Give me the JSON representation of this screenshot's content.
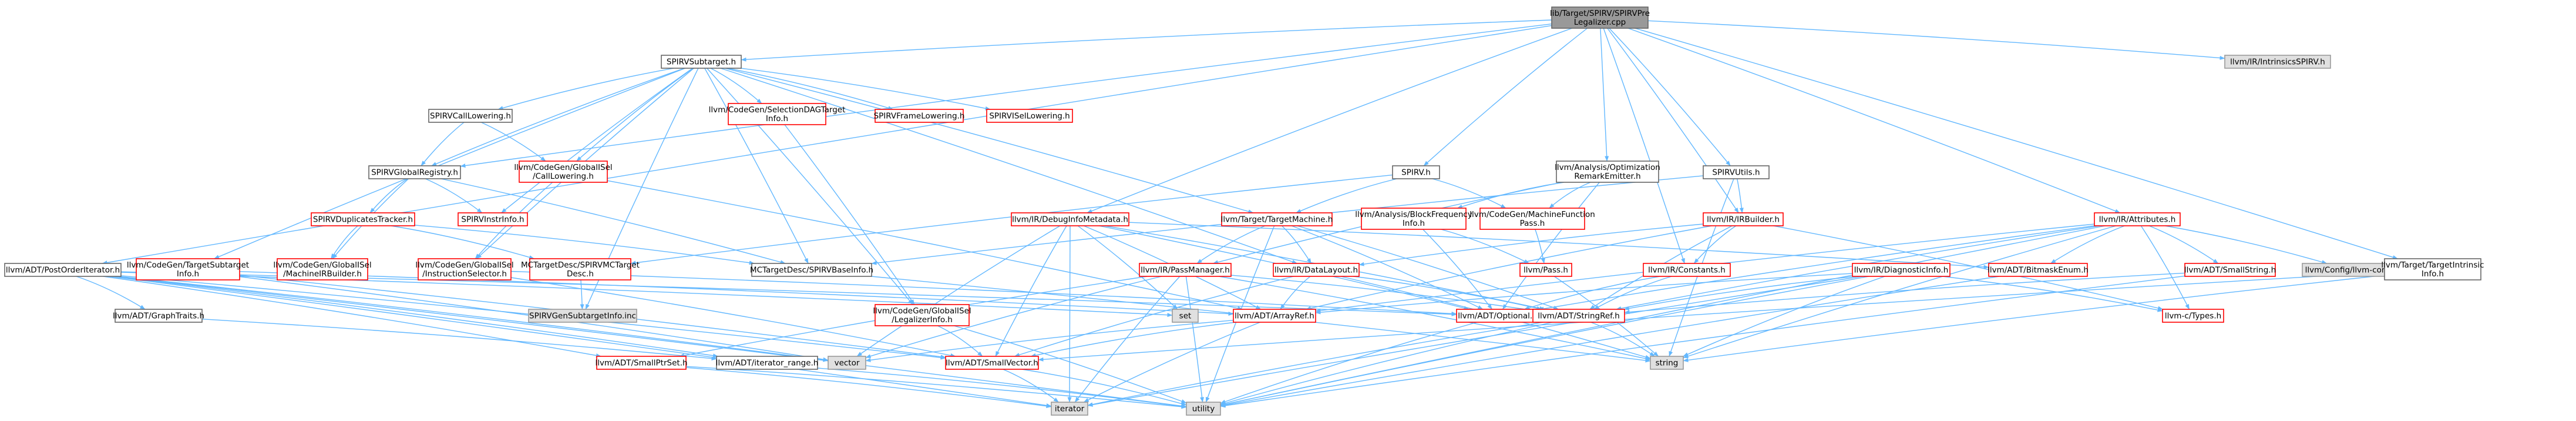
{
  "graph_title": "Include dependency graph for SPIRVPreLegalizer.cpp",
  "colors": {
    "root_fill": "#999999",
    "node_fill": "#ffffff",
    "node_border": "#666666",
    "missing_border": "#ff0000",
    "external_fill": "#e0e0e0",
    "external_border": "#999999",
    "edge": "#63b8ff"
  },
  "nodes": [
    {
      "id": "root",
      "lines": [
        "lib/Target/SPIRV/SPIRVPre",
        "Legalizer.cpp"
      ],
      "kind": "root"
    },
    {
      "id": "subtarget",
      "lines": [
        "SPIRVSubtarget.h"
      ],
      "kind": "normal"
    },
    {
      "id": "spirv_h",
      "lines": [
        "SPIRV.h"
      ],
      "kind": "normal"
    },
    {
      "id": "optremark",
      "lines": [
        "llvm/Analysis/Optimization",
        "RemarkEmitter.h"
      ],
      "kind": "normal"
    },
    {
      "id": "spirvutils",
      "lines": [
        "SPIRVUtils.h"
      ],
      "kind": "normal"
    },
    {
      "id": "intrinsics",
      "lines": [
        "llvm/IR/IntrinsicsSPIRV.h"
      ],
      "kind": "external"
    },
    {
      "id": "calllowering",
      "lines": [
        "SPIRVCallLowering.h"
      ],
      "kind": "normal"
    },
    {
      "id": "selectiondag",
      "lines": [
        "llvm/CodeGen/SelectionDAGTarget",
        "Info.h"
      ],
      "kind": "missing"
    },
    {
      "id": "framelowering",
      "lines": [
        "SPIRVFrameLowering.h"
      ],
      "kind": "missing"
    },
    {
      "id": "isellowering",
      "lines": [
        "SPIRVISelLowering.h"
      ],
      "kind": "missing"
    },
    {
      "id": "globalregistry",
      "lines": [
        "SPIRVGlobalRegistry.h"
      ],
      "kind": "normal"
    },
    {
      "id": "gisel_calllowering",
      "lines": [
        "llvm/CodeGen/GlobalISel",
        "/CallLowering.h"
      ],
      "kind": "missing"
    },
    {
      "id": "instrinfo",
      "lines": [
        "SPIRVInstrInfo.h"
      ],
      "kind": "missing"
    },
    {
      "id": "dupstracker",
      "lines": [
        "SPIRVDuplicatesTracker.h"
      ],
      "kind": "missing"
    },
    {
      "id": "targetmachine",
      "lines": [
        "llvm/Target/TargetMachine.h"
      ],
      "kind": "missing"
    },
    {
      "id": "debuginfometa",
      "lines": [
        "llvm/IR/DebugInfoMetadata.h"
      ],
      "kind": "missing"
    },
    {
      "id": "blockfreq",
      "lines": [
        "llvm/Analysis/BlockFrequency",
        "Info.h"
      ],
      "kind": "missing"
    },
    {
      "id": "mfpass",
      "lines": [
        "llvm/CodeGen/MachineFunction",
        "Pass.h"
      ],
      "kind": "missing"
    },
    {
      "id": "irbuilder",
      "lines": [
        "llvm/IR/IRBuilder.h"
      ],
      "kind": "missing"
    },
    {
      "id": "attributes",
      "lines": [
        "llvm/IR/Attributes.h"
      ],
      "kind": "missing"
    },
    {
      "id": "postorder",
      "lines": [
        "llvm/ADT/PostOrderIterator.h"
      ],
      "kind": "normal"
    },
    {
      "id": "targetsubtarget",
      "lines": [
        "llvm/CodeGen/TargetSubtarget",
        "Info.h"
      ],
      "kind": "missing"
    },
    {
      "id": "mirbuilder",
      "lines": [
        "llvm/CodeGen/GlobalISel",
        "/MachineIRBuilder.h"
      ],
      "kind": "missing"
    },
    {
      "id": "instselector",
      "lines": [
        "llvm/CodeGen/GlobalISel",
        "/InstructionSelector.h"
      ],
      "kind": "missing"
    },
    {
      "id": "mctargetdesc",
      "lines": [
        "MCTargetDesc/SPIRVMCTarget",
        "Desc.h"
      ],
      "kind": "missing"
    },
    {
      "id": "baseinfo",
      "lines": [
        "MCTargetDesc/SPIRVBaseInfo.h"
      ],
      "kind": "normal"
    },
    {
      "id": "passmanager",
      "lines": [
        "llvm/IR/PassManager.h"
      ],
      "kind": "missing"
    },
    {
      "id": "datalayout",
      "lines": [
        "llvm/IR/DataLayout.h"
      ],
      "kind": "missing"
    },
    {
      "id": "pass_h",
      "lines": [
        "llvm/Pass.h"
      ],
      "kind": "missing"
    },
    {
      "id": "constants",
      "lines": [
        "llvm/IR/Constants.h"
      ],
      "kind": "missing"
    },
    {
      "id": "bitmaskenum",
      "lines": [
        "llvm/ADT/BitmaskEnum.h"
      ],
      "kind": "missing"
    },
    {
      "id": "diaginfo",
      "lines": [
        "llvm/IR/DiagnosticInfo.h"
      ],
      "kind": "missing"
    },
    {
      "id": "smallstring",
      "lines": [
        "llvm/ADT/SmallString.h"
      ],
      "kind": "missing"
    },
    {
      "id": "llvmconfig",
      "lines": [
        "llvm/Config/llvm-config.h"
      ],
      "kind": "external"
    },
    {
      "id": "targetintrinsic",
      "lines": [
        "llvm/Target/TargetIntrinsic",
        "Info.h"
      ],
      "kind": "normal"
    },
    {
      "id": "ctypes",
      "lines": [
        "llvm-c/Types.h"
      ],
      "kind": "missing"
    },
    {
      "id": "graphtraits",
      "lines": [
        "llvm/ADT/GraphTraits.h"
      ],
      "kind": "normal"
    },
    {
      "id": "subtargetinfo_inc",
      "lines": [
        "SPIRVGenSubtargetInfo.inc"
      ],
      "kind": "external"
    },
    {
      "id": "set",
      "lines": [
        "set"
      ],
      "kind": "external"
    },
    {
      "id": "legalizerinfo",
      "lines": [
        "llvm/CodeGen/GlobalISel",
        "/LegalizerInfo.h"
      ],
      "kind": "missing"
    },
    {
      "id": "arrayref",
      "lines": [
        "llvm/ADT/ArrayRef.h"
      ],
      "kind": "missing"
    },
    {
      "id": "optional",
      "lines": [
        "llvm/ADT/Optional.h"
      ],
      "kind": "missing"
    },
    {
      "id": "stringref",
      "lines": [
        "llvm/ADT/StringRef.h"
      ],
      "kind": "missing"
    },
    {
      "id": "smallptrset",
      "lines": [
        "llvm/ADT/SmallPtrSet.h"
      ],
      "kind": "missing"
    },
    {
      "id": "iterator_range",
      "lines": [
        "llvm/ADT/iterator_range.h"
      ],
      "kind": "normal"
    },
    {
      "id": "vector",
      "lines": [
        "vector"
      ],
      "kind": "external"
    },
    {
      "id": "smallvector",
      "lines": [
        "llvm/ADT/SmallVector.h"
      ],
      "kind": "missing"
    },
    {
      "id": "string",
      "lines": [
        "string"
      ],
      "kind": "external"
    },
    {
      "id": "iterator",
      "lines": [
        "iterator"
      ],
      "kind": "external"
    },
    {
      "id": "utility",
      "lines": [
        "utility"
      ],
      "kind": "external"
    }
  ],
  "edges": [
    [
      "root",
      "subtarget"
    ],
    [
      "root",
      "spirv_h"
    ],
    [
      "root",
      "optremark"
    ],
    [
      "root",
      "spirvutils"
    ],
    [
      "root",
      "intrinsics"
    ],
    [
      "root",
      "globalregistry"
    ],
    [
      "root",
      "postorder"
    ],
    [
      "root",
      "debuginfometa"
    ],
    [
      "root",
      "attributes"
    ],
    [
      "root",
      "constants"
    ],
    [
      "root",
      "targetintrinsic"
    ],
    [
      "root",
      "irbuilder"
    ],
    [
      "subtarget",
      "calllowering"
    ],
    [
      "subtarget",
      "selectiondag"
    ],
    [
      "subtarget",
      "framelowering"
    ],
    [
      "subtarget",
      "isellowering"
    ],
    [
      "subtarget",
      "instrinfo"
    ],
    [
      "subtarget",
      "gisel_calllowering"
    ],
    [
      "subtarget",
      "targetsubtarget"
    ],
    [
      "subtarget",
      "instselector"
    ],
    [
      "subtarget",
      "legalizerinfo"
    ],
    [
      "subtarget",
      "subtargetinfo_inc"
    ],
    [
      "subtarget",
      "targetmachine"
    ],
    [
      "subtarget",
      "baseinfo"
    ],
    [
      "subtarget",
      "globalregistry"
    ],
    [
      "subtarget",
      "datalayout"
    ],
    [
      "calllowering",
      "globalregistry"
    ],
    [
      "calllowering",
      "gisel_calllowering"
    ],
    [
      "globalregistry",
      "instrinfo"
    ],
    [
      "globalregistry",
      "dupstracker"
    ],
    [
      "globalregistry",
      "mirbuilder"
    ],
    [
      "globalregistry",
      "baseinfo"
    ],
    [
      "dupstracker",
      "mctargetdesc"
    ],
    [
      "dupstracker",
      "mirbuilder"
    ],
    [
      "dupstracker",
      "baseinfo"
    ],
    [
      "gisel_calllowering",
      "arrayref"
    ],
    [
      "gisel_calllowering",
      "instselector"
    ],
    [
      "selectiondag",
      "legalizerinfo"
    ],
    [
      "spirv_h",
      "targetmachine"
    ],
    [
      "spirv_h",
      "mctargetdesc"
    ],
    [
      "spirv_h",
      "mfpass"
    ],
    [
      "optremark",
      "blockfreq"
    ],
    [
      "optremark",
      "passmanager"
    ],
    [
      "optremark",
      "mfpass"
    ],
    [
      "optremark",
      "optional"
    ],
    [
      "spirvutils",
      "irbuilder"
    ],
    [
      "spirvutils",
      "string"
    ],
    [
      "spirvutils",
      "baseinfo"
    ],
    [
      "targetmachine",
      "passmanager"
    ],
    [
      "targetmachine",
      "datalayout"
    ],
    [
      "targetmachine",
      "stringref"
    ],
    [
      "targetmachine",
      "optional"
    ],
    [
      "targetmachine",
      "utility"
    ],
    [
      "debuginfometa",
      "bitmaskenum"
    ],
    [
      "debuginfometa",
      "arrayref"
    ],
    [
      "debuginfometa",
      "optional"
    ],
    [
      "debuginfometa",
      "stringref"
    ],
    [
      "debuginfometa",
      "smallvector"
    ],
    [
      "debuginfometa",
      "iterator"
    ],
    [
      "debuginfometa",
      "vector"
    ],
    [
      "debuginfometa",
      "set"
    ],
    [
      "blockfreq",
      "pass_h"
    ],
    [
      "blockfreq",
      "optional"
    ],
    [
      "mfpass",
      "pass_h"
    ],
    [
      "irbuilder",
      "constants"
    ],
    [
      "irbuilder",
      "datalayout"
    ],
    [
      "irbuilder",
      "arrayref"
    ],
    [
      "irbuilder",
      "stringref"
    ],
    [
      "irbuilder",
      "ctypes"
    ],
    [
      "attributes",
      "bitmaskenum"
    ],
    [
      "attributes",
      "smallstring"
    ],
    [
      "attributes",
      "llvmconfig"
    ],
    [
      "attributes",
      "ctypes"
    ],
    [
      "attributes",
      "optional"
    ],
    [
      "attributes",
      "stringref"
    ],
    [
      "attributes",
      "string"
    ],
    [
      "attributes",
      "utility"
    ],
    [
      "attributes",
      "arrayref"
    ],
    [
      "postorder",
      "graphtraits"
    ],
    [
      "postorder",
      "iterator_range"
    ],
    [
      "postorder",
      "smallptrset"
    ],
    [
      "postorder",
      "smallvector"
    ],
    [
      "postorder",
      "optional"
    ],
    [
      "postorder",
      "iterator"
    ],
    [
      "postorder",
      "set"
    ],
    [
      "postorder",
      "utility"
    ],
    [
      "postorder",
      "vector"
    ],
    [
      "graphtraits",
      "iterator_range"
    ],
    [
      "targetsubtarget",
      "smallvector"
    ],
    [
      "targetsubtarget",
      "arrayref"
    ],
    [
      "targetsubtarget",
      "vector"
    ],
    [
      "mctargetdesc",
      "subtargetinfo_inc"
    ],
    [
      "instselector",
      "smallvector"
    ],
    [
      "instselector",
      "optional"
    ],
    [
      "passmanager",
      "smallptrset"
    ],
    [
      "passmanager",
      "stringref"
    ],
    [
      "passmanager",
      "vector"
    ],
    [
      "passmanager",
      "utility"
    ],
    [
      "passmanager",
      "iterator"
    ],
    [
      "passmanager",
      "string"
    ],
    [
      "datalayout",
      "arrayref"
    ],
    [
      "datalayout",
      "smallvector"
    ],
    [
      "datalayout",
      "stringref"
    ],
    [
      "datalayout",
      "string"
    ],
    [
      "pass_h",
      "string"
    ],
    [
      "constants",
      "stringref"
    ],
    [
      "constants",
      "optional"
    ],
    [
      "bitmaskenum",
      "utility"
    ],
    [
      "diaginfo",
      "ctypes"
    ],
    [
      "diaginfo",
      "arrayref"
    ],
    [
      "diaginfo",
      "stringref"
    ],
    [
      "diaginfo",
      "iterator"
    ],
    [
      "diaginfo",
      "string"
    ],
    [
      "diaginfo",
      "utility"
    ],
    [
      "smallstring",
      "stringref"
    ],
    [
      "smallstring",
      "utility"
    ],
    [
      "targetintrinsic",
      "smallvector"
    ],
    [
      "targetintrinsic",
      "string"
    ],
    [
      "legalizerinfo",
      "smallvector"
    ],
    [
      "legalizerinfo",
      "utility"
    ],
    [
      "arrayref",
      "smallvector"
    ],
    [
      "arrayref",
      "iterator"
    ],
    [
      "arrayref",
      "vector"
    ],
    [
      "stringref",
      "string"
    ],
    [
      "stringref",
      "utility"
    ],
    [
      "stringref",
      "iterator"
    ],
    [
      "smallptrset",
      "iterator"
    ],
    [
      "smallptrset",
      "utility"
    ],
    [
      "iterator_range",
      "utility"
    ],
    [
      "smallvector",
      "iterator"
    ],
    [
      "smallvector",
      "utility"
    ],
    [
      "optional",
      "utility"
    ],
    [
      "baseinfo",
      "string"
    ]
  ]
}
